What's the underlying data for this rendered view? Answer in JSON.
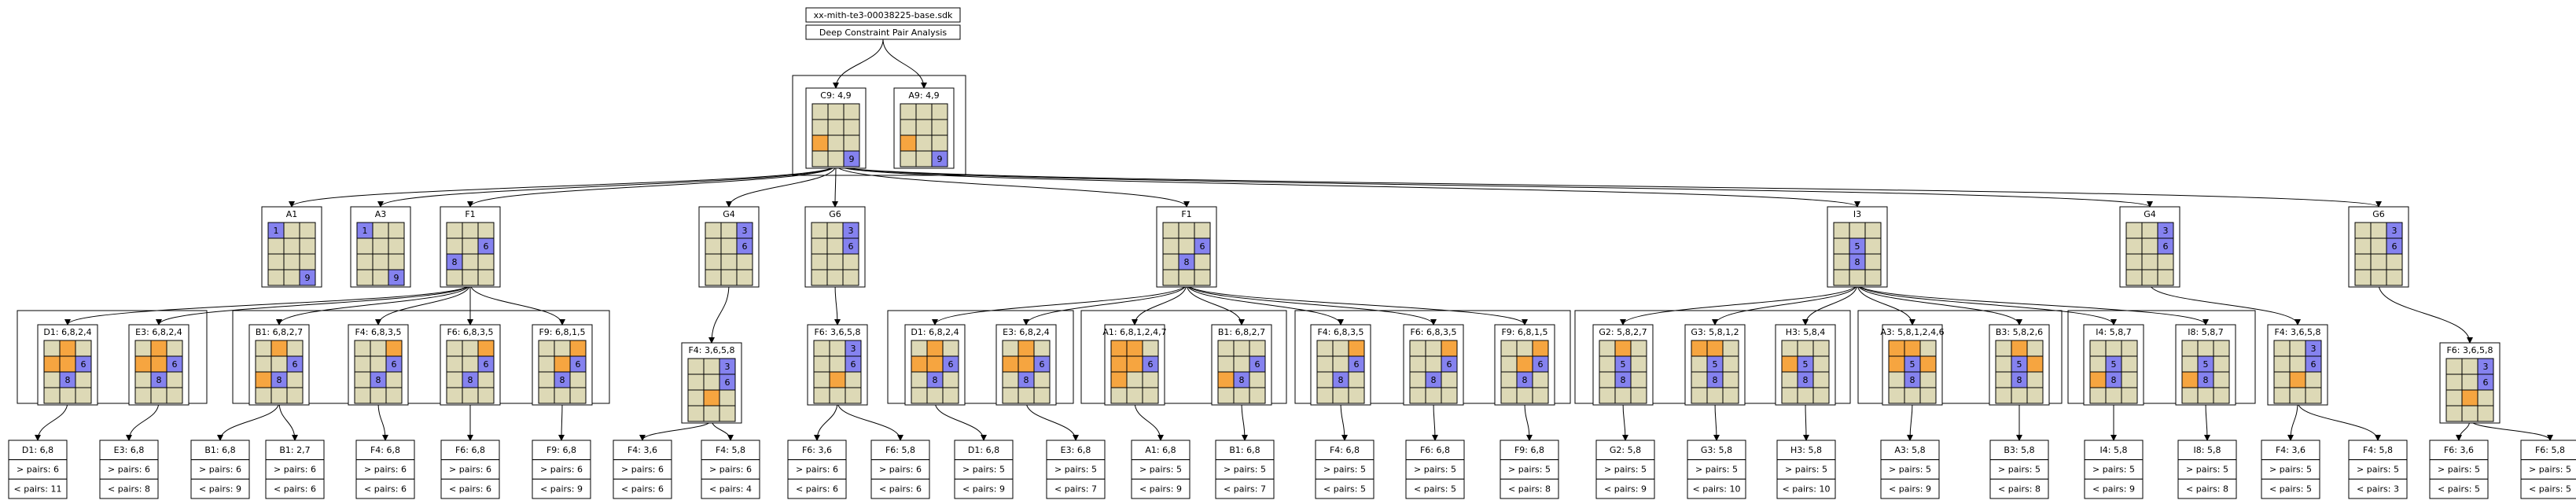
{
  "header": {
    "title": "xx-mith-te3-00038225-base.sdk",
    "subtitle": "Deep Constraint Pair Analysis"
  },
  "colors": {
    "cell_bg": "#ddd9b6",
    "cell_orange": "#f6a540",
    "cell_blue": "#8582ef",
    "line": "#000000",
    "box_bg": "#ffffff"
  },
  "nodes": [
    {
      "id": "c9",
      "label": "C9: 4,9",
      "grid": [
        "",
        "",
        "",
        "",
        "",
        "",
        "O",
        "",
        "",
        "",
        "",
        "B9"
      ]
    },
    {
      "id": "a9",
      "label": "A9: 4,9",
      "grid": [
        "",
        "",
        "",
        "",
        "",
        "",
        "O",
        "",
        "",
        "",
        "",
        "B9"
      ]
    },
    {
      "id": "a1",
      "label": "A1",
      "grid": [
        "B1",
        "",
        "",
        "",
        "",
        "",
        "",
        "",
        "",
        "",
        "",
        "B9"
      ]
    },
    {
      "id": "a3",
      "label": "A3",
      "grid": [
        "B1",
        "",
        "",
        "",
        "",
        "",
        "",
        "",
        "",
        "",
        "",
        "B9"
      ]
    },
    {
      "id": "f1a",
      "label": "F1",
      "grid": [
        "",
        "",
        "",
        "",
        "",
        "B6",
        "B8",
        "",
        "",
        "",
        "",
        ""
      ]
    },
    {
      "id": "g4a",
      "label": "G4",
      "grid": [
        "",
        "",
        "B3",
        "",
        "",
        "B6",
        "",
        "",
        "",
        "",
        "",
        ""
      ]
    },
    {
      "id": "g6a",
      "label": "G6",
      "grid": [
        "",
        "",
        "B3",
        "",
        "",
        "B6",
        "",
        "",
        "",
        "",
        "",
        ""
      ]
    },
    {
      "id": "f1b",
      "label": "F1",
      "grid": [
        "",
        "",
        "",
        "",
        "",
        "B6",
        "",
        "B8",
        "",
        "",
        "",
        ""
      ]
    },
    {
      "id": "i3",
      "label": "I3",
      "grid": [
        "",
        "",
        "",
        "",
        "B5",
        "",
        "",
        "B8",
        "",
        "",
        "",
        ""
      ]
    },
    {
      "id": "g4b",
      "label": "G4",
      "grid": [
        "",
        "",
        "B3",
        "",
        "",
        "B6",
        "",
        "",
        "",
        "",
        "",
        ""
      ]
    },
    {
      "id": "g6b",
      "label": "G6",
      "grid": [
        "",
        "",
        "B3",
        "",
        "",
        "B6",
        "",
        "",
        "",
        "",
        "",
        ""
      ]
    },
    {
      "id": "d1a",
      "label": "D1: 6,8,2,4",
      "grid": [
        "",
        "O",
        "",
        "O",
        "O",
        "B6",
        "",
        "B8",
        "",
        "",
        "",
        ""
      ]
    },
    {
      "id": "e3a",
      "label": "E3: 6,8,2,4",
      "grid": [
        "",
        "O",
        "",
        "O",
        "O",
        "B6",
        "",
        "B8",
        "",
        "",
        "",
        ""
      ]
    },
    {
      "id": "b1a",
      "label": "B1: 6,8,2,7",
      "grid": [
        "",
        "O",
        "",
        "",
        "",
        "B6",
        "O",
        "B8",
        "",
        "",
        "",
        ""
      ]
    },
    {
      "id": "f4a",
      "label": "F4: 6,8,3,5",
      "grid": [
        "",
        "",
        "O",
        "",
        "",
        "B6",
        "",
        "B8",
        "",
        "",
        "",
        ""
      ]
    },
    {
      "id": "f6a",
      "label": "F6: 6,8,3,5",
      "grid": [
        "",
        "",
        "O",
        "",
        "",
        "B6",
        "",
        "B8",
        "",
        "",
        "",
        ""
      ]
    },
    {
      "id": "f9a",
      "label": "F9: 6,8,1,5",
      "grid": [
        "",
        "",
        "O",
        "",
        "O",
        "B6",
        "",
        "B8",
        "",
        "",
        "",
        ""
      ]
    },
    {
      "id": "f4b",
      "label": "F4: 3,6,5,8",
      "grid": [
        "",
        "",
        "B3",
        "",
        "",
        "B6",
        "",
        "O",
        "",
        "",
        "",
        ""
      ]
    },
    {
      "id": "f6b",
      "label": "F6: 3,6,5,8",
      "grid": [
        "",
        "",
        "B3",
        "",
        "",
        "B6",
        "",
        "O",
        "",
        "",
        "",
        ""
      ]
    },
    {
      "id": "d1b",
      "label": "D1: 6,8,2,4",
      "grid": [
        "",
        "O",
        "",
        "O",
        "O",
        "B6",
        "",
        "B8",
        "",
        "",
        "",
        ""
      ]
    },
    {
      "id": "e3b",
      "label": "E3: 6,8,2,4",
      "grid": [
        "",
        "O",
        "",
        "O",
        "O",
        "B6",
        "",
        "B8",
        "",
        "",
        "",
        ""
      ]
    },
    {
      "id": "a1b",
      "label": "A1: 6,8,1,2,4,7",
      "grid": [
        "O",
        "O",
        "",
        "O",
        "O",
        "B6",
        "O",
        "",
        "",
        "",
        "",
        ""
      ]
    },
    {
      "id": "b1b",
      "label": "B1: 6,8,2,7",
      "grid": [
        "",
        "",
        "",
        "",
        "",
        "B6",
        "O",
        "B8",
        "",
        "",
        "",
        ""
      ]
    },
    {
      "id": "f4c",
      "label": "F4: 6,8,3,5",
      "grid": [
        "",
        "",
        "O",
        "",
        "",
        "B6",
        "",
        "B8",
        "",
        "",
        "",
        ""
      ]
    },
    {
      "id": "f6c",
      "label": "F6: 6,8,3,5",
      "grid": [
        "",
        "",
        "O",
        "",
        "",
        "B6",
        "",
        "B8",
        "",
        "",
        "",
        ""
      ]
    },
    {
      "id": "f9c",
      "label": "F9: 6,8,1,5",
      "grid": [
        "",
        "",
        "O",
        "",
        "O",
        "B6",
        "",
        "B8",
        "",
        "",
        "",
        ""
      ]
    },
    {
      "id": "g2",
      "label": "G2: 5,8,2,7",
      "grid": [
        "",
        "O",
        "",
        "",
        "B5",
        "",
        "",
        "B8",
        "",
        "",
        "",
        ""
      ]
    },
    {
      "id": "g3",
      "label": "G3: 5,8,1,2",
      "grid": [
        "O",
        "O",
        "",
        "",
        "B5",
        "",
        "",
        "B8",
        "",
        "",
        "",
        ""
      ]
    },
    {
      "id": "h3",
      "label": "H3: 5,8,4",
      "grid": [
        "",
        "",
        "",
        "O",
        "B5",
        "",
        "",
        "B8",
        "",
        "",
        "",
        ""
      ]
    },
    {
      "id": "a3b",
      "label": "A3: 5,8,1,2,4,6",
      "grid": [
        "O",
        "O",
        "",
        "O",
        "B5",
        "O",
        "",
        "B8",
        "",
        "",
        "",
        ""
      ]
    },
    {
      "id": "b3",
      "label": "B3: 5,8,2,6",
      "grid": [
        "",
        "O",
        "",
        "",
        "B5",
        "O",
        "",
        "B8",
        "",
        "",
        "",
        ""
      ]
    },
    {
      "id": "i4",
      "label": "I4: 5,8,7",
      "grid": [
        "",
        "",
        "",
        "",
        "B5",
        "",
        "O",
        "B8",
        "",
        "",
        "",
        ""
      ]
    },
    {
      "id": "i8",
      "label": "I8: 5,8,7",
      "grid": [
        "",
        "",
        "",
        "",
        "B5",
        "",
        "O",
        "B8",
        "",
        "",
        "",
        ""
      ]
    },
    {
      "id": "f4d",
      "label": "F4: 3,6,5,8",
      "grid": [
        "",
        "",
        "B3",
        "",
        "",
        "B6",
        "",
        "O",
        "",
        "",
        "",
        ""
      ]
    },
    {
      "id": "f6d",
      "label": "F6: 3,6,5,8",
      "grid": [
        "",
        "",
        "B3",
        "",
        "",
        "B6",
        "",
        "O",
        "",
        "",
        "",
        ""
      ]
    }
  ],
  "leaves": [
    {
      "id": "l1",
      "lines": [
        "D1: 6,8",
        "> pairs: 6",
        "< pairs: 11"
      ]
    },
    {
      "id": "l2",
      "lines": [
        "E3: 6,8",
        "> pairs: 6",
        "< pairs: 8"
      ]
    },
    {
      "id": "l3",
      "lines": [
        "B1: 6,8",
        "> pairs: 6",
        "< pairs: 9"
      ]
    },
    {
      "id": "l4",
      "lines": [
        "B1: 2,7",
        "> pairs: 6",
        "< pairs: 6"
      ]
    },
    {
      "id": "l5",
      "lines": [
        "F4: 6,8",
        "> pairs: 6",
        "< pairs: 6"
      ]
    },
    {
      "id": "l6",
      "lines": [
        "F6: 6,8",
        "> pairs: 6",
        "< pairs: 6"
      ]
    },
    {
      "id": "l7",
      "lines": [
        "F9: 6,8",
        "> pairs: 6",
        "< pairs: 9"
      ]
    },
    {
      "id": "l8",
      "lines": [
        "F4: 3,6",
        "> pairs: 6",
        "< pairs: 6"
      ]
    },
    {
      "id": "l9",
      "lines": [
        "F4: 5,8",
        "> pairs: 6",
        "< pairs: 4"
      ]
    },
    {
      "id": "l10",
      "lines": [
        "F6: 3,6",
        "> pairs: 6",
        "< pairs: 6"
      ]
    },
    {
      "id": "l11",
      "lines": [
        "F6: 5,8",
        "> pairs: 6",
        "< pairs: 6"
      ]
    },
    {
      "id": "l12",
      "lines": [
        "D1: 6,8",
        "> pairs: 5",
        "< pairs: 9"
      ]
    },
    {
      "id": "l13",
      "lines": [
        "E3: 6,8",
        "> pairs: 5",
        "< pairs: 7"
      ]
    },
    {
      "id": "l14",
      "lines": [
        "A1: 6,8",
        "> pairs: 5",
        "< pairs: 9"
      ]
    },
    {
      "id": "l15",
      "lines": [
        "B1: 6,8",
        "> pairs: 5",
        "< pairs: 7"
      ]
    },
    {
      "id": "l16",
      "lines": [
        "F4: 6,8",
        "> pairs: 5",
        "< pairs: 5"
      ]
    },
    {
      "id": "l17",
      "lines": [
        "F6: 6,8",
        "> pairs: 5",
        "< pairs: 5"
      ]
    },
    {
      "id": "l18",
      "lines": [
        "F9: 6,8",
        "> pairs: 5",
        "< pairs: 8"
      ]
    },
    {
      "id": "l19",
      "lines": [
        "G2: 5,8",
        "> pairs: 5",
        "< pairs: 9"
      ]
    },
    {
      "id": "l20",
      "lines": [
        "G3: 5,8",
        "> pairs: 5",
        "< pairs: 10"
      ]
    },
    {
      "id": "l21",
      "lines": [
        "H3: 5,8",
        "> pairs: 5",
        "< pairs: 10"
      ]
    },
    {
      "id": "l22",
      "lines": [
        "A3: 5,8",
        "> pairs: 5",
        "< pairs: 9"
      ]
    },
    {
      "id": "l23",
      "lines": [
        "B3: 5,8",
        "> pairs: 5",
        "< pairs: 8"
      ]
    },
    {
      "id": "l24",
      "lines": [
        "I4: 5,8",
        "> pairs: 5",
        "< pairs: 9"
      ]
    },
    {
      "id": "l25",
      "lines": [
        "I8: 5,8",
        "> pairs: 5",
        "< pairs: 8"
      ]
    },
    {
      "id": "l26",
      "lines": [
        "F4: 3,6",
        "> pairs: 5",
        "< pairs: 5"
      ]
    },
    {
      "id": "l27",
      "lines": [
        "F4: 5,8",
        "> pairs: 5",
        "< pairs: 3"
      ]
    },
    {
      "id": "l28",
      "lines": [
        "F6: 3,6",
        "> pairs: 5",
        "< pairs: 5"
      ]
    },
    {
      "id": "l29",
      "lines": [
        "F6: 5,8",
        "> pairs: 5",
        "< pairs: 5"
      ]
    }
  ]
}
